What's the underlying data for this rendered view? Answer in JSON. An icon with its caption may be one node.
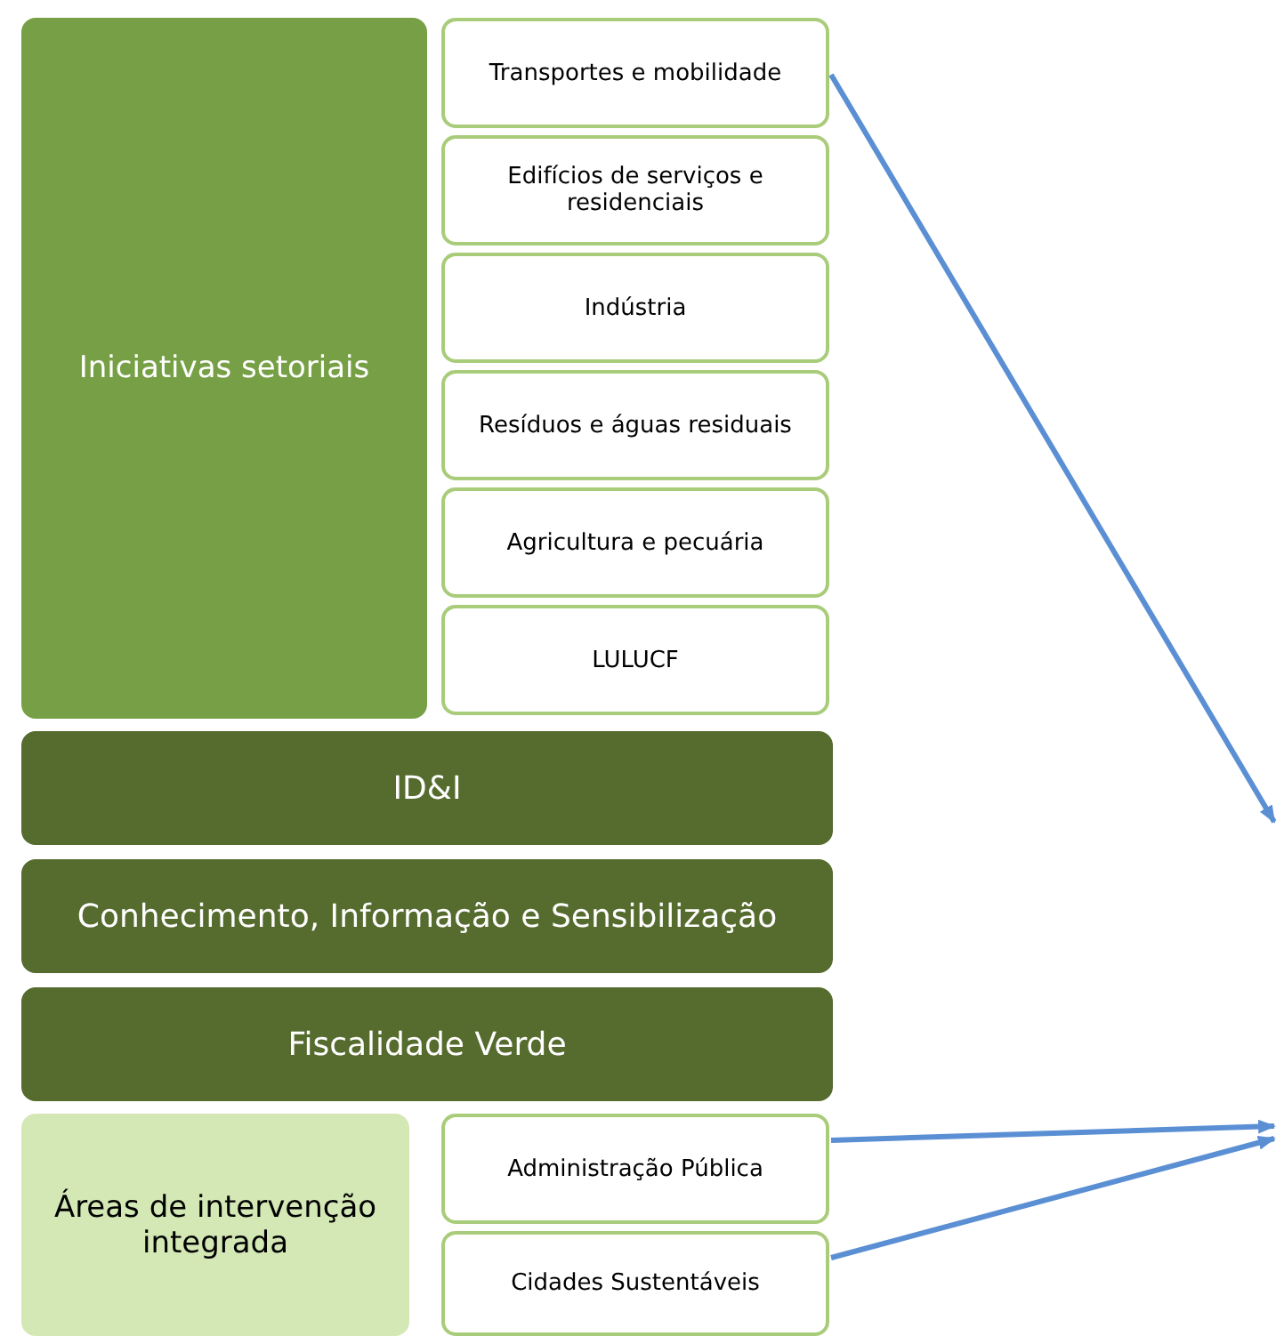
{
  "diagram": {
    "nodes": [
      {
        "text": [
          "Iniciativas setoriais"
        ]
      },
      {
        "text": [
          "Transportes e mobilidade"
        ]
      },
      {
        "text": [
          "Edifícios de serviços e residenciais"
        ]
      },
      {
        "text": [
          "Indústria"
        ]
      },
      {
        "text": [
          "Resíduos e águas residuais"
        ]
      },
      {
        "text": [
          "Agricultura e pecuária"
        ]
      },
      {
        "text": [
          "LULUCF"
        ]
      },
      {
        "text": [
          "ID&I"
        ]
      },
      {
        "text": [
          "Conhecimento, Informação e Sensibilização"
        ]
      },
      {
        "text": [
          "Fiscalidade Verde"
        ]
      },
      {
        "text": [
          "Áreas de intervenção integrada"
        ]
      },
      {
        "text": [
          "Administração Pública"
        ]
      },
      {
        "text": [
          "Cidades Sustentáveis"
        ]
      }
    ],
    "edges": [
      {
        "from": 1,
        "to": null,
        "arrow": "to"
      },
      {
        "from": 11,
        "to": null,
        "arrow": "to"
      },
      {
        "from": 12,
        "to": null,
        "arrow": "to"
      }
    ]
  }
}
